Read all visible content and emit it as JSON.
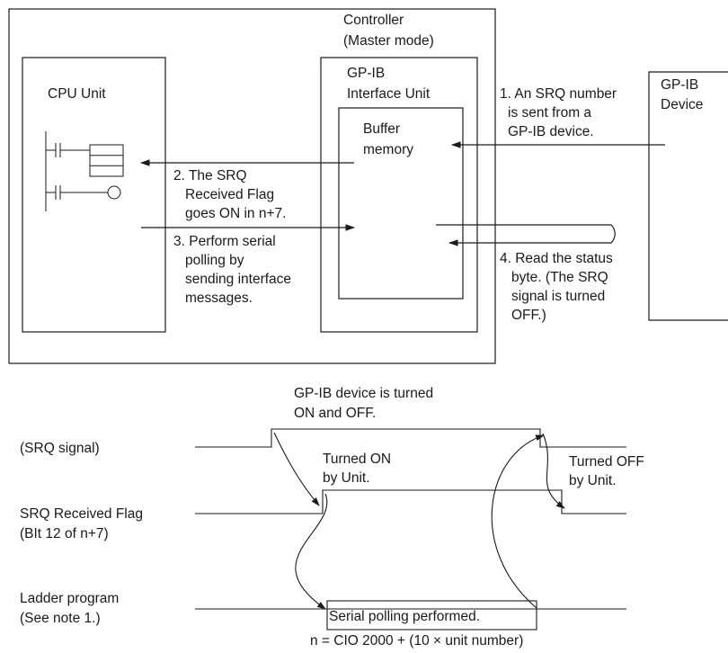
{
  "controller": {
    "title_line1": "Controller",
    "title_line2": "(Master mode)"
  },
  "cpu_unit": {
    "label": "CPU Unit"
  },
  "gpib_unit": {
    "label_line1": "GP-IB",
    "label_line2": "Interface Unit",
    "buffer_line1": "Buffer",
    "buffer_line2": "memory"
  },
  "gpib_device": {
    "label_line1": "GP-IB",
    "label_line2": "Device"
  },
  "steps": {
    "step1": [
      "1. An SRQ number",
      "is sent from a",
      "GP-IB device."
    ],
    "step2": [
      "2. The SRQ",
      "Received Flag",
      "goes ON in n+7."
    ],
    "step3": [
      "3. Perform serial",
      "polling by",
      "sending interface",
      "messages."
    ],
    "step4": [
      "4. Read the status",
      "byte. (The SRQ",
      "signal is turned",
      "OFF.)"
    ]
  },
  "timing": {
    "device_note": [
      "GP-IB device is turned",
      "ON and OFF."
    ],
    "srq_signal_label": "(SRQ signal)",
    "turned_on": [
      "Turned ON",
      "by Unit."
    ],
    "turned_off": [
      "Turned OFF",
      "by Unit."
    ],
    "flag_label": [
      "SRQ Received Flag",
      "(BIt 12 of n+7)"
    ],
    "ladder_label": [
      "Ladder program",
      "(See note 1.)"
    ],
    "serial_polling": "Serial polling performed."
  },
  "footnote": "n = CIO 2000 + (10 × unit number)"
}
